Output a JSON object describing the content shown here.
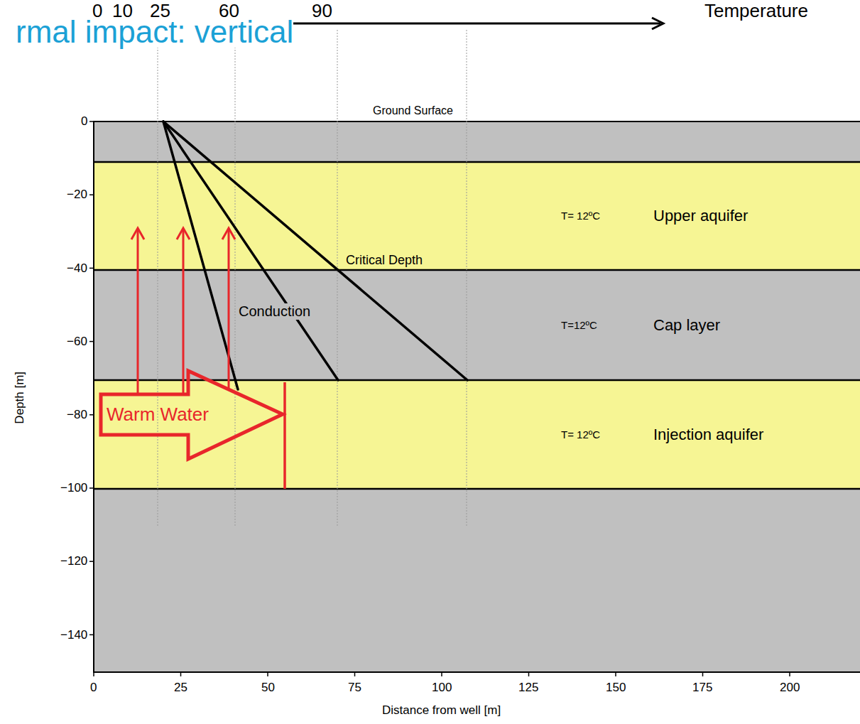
{
  "diagram": {
    "title": "rmal impact: vertical",
    "nodes": [
      {
        "text": [
          "T= 12ºC",
          "Upper aquifer"
        ]
      },
      {
        "text": [
          "T=12ºC",
          "Cap layer"
        ]
      },
      {
        "text": [
          "T= 12ºC",
          "Injection aquifer"
        ]
      },
      {
        "text": [
          "Warm Water"
        ],
        "in": 2
      }
    ],
    "labels": [
      "0",
      "10",
      "25",
      "60",
      "90",
      "Temperature",
      "Ground Surface",
      "Critical Depth",
      "Conduction",
      "0",
      "−20",
      "−40",
      "−60",
      "−80",
      "−100",
      "−120",
      "−140",
      "0",
      "25",
      "50",
      "75",
      "100",
      "125",
      "150",
      "175",
      "200",
      "Depth [m]",
      "Distance from well [m]"
    ]
  }
}
